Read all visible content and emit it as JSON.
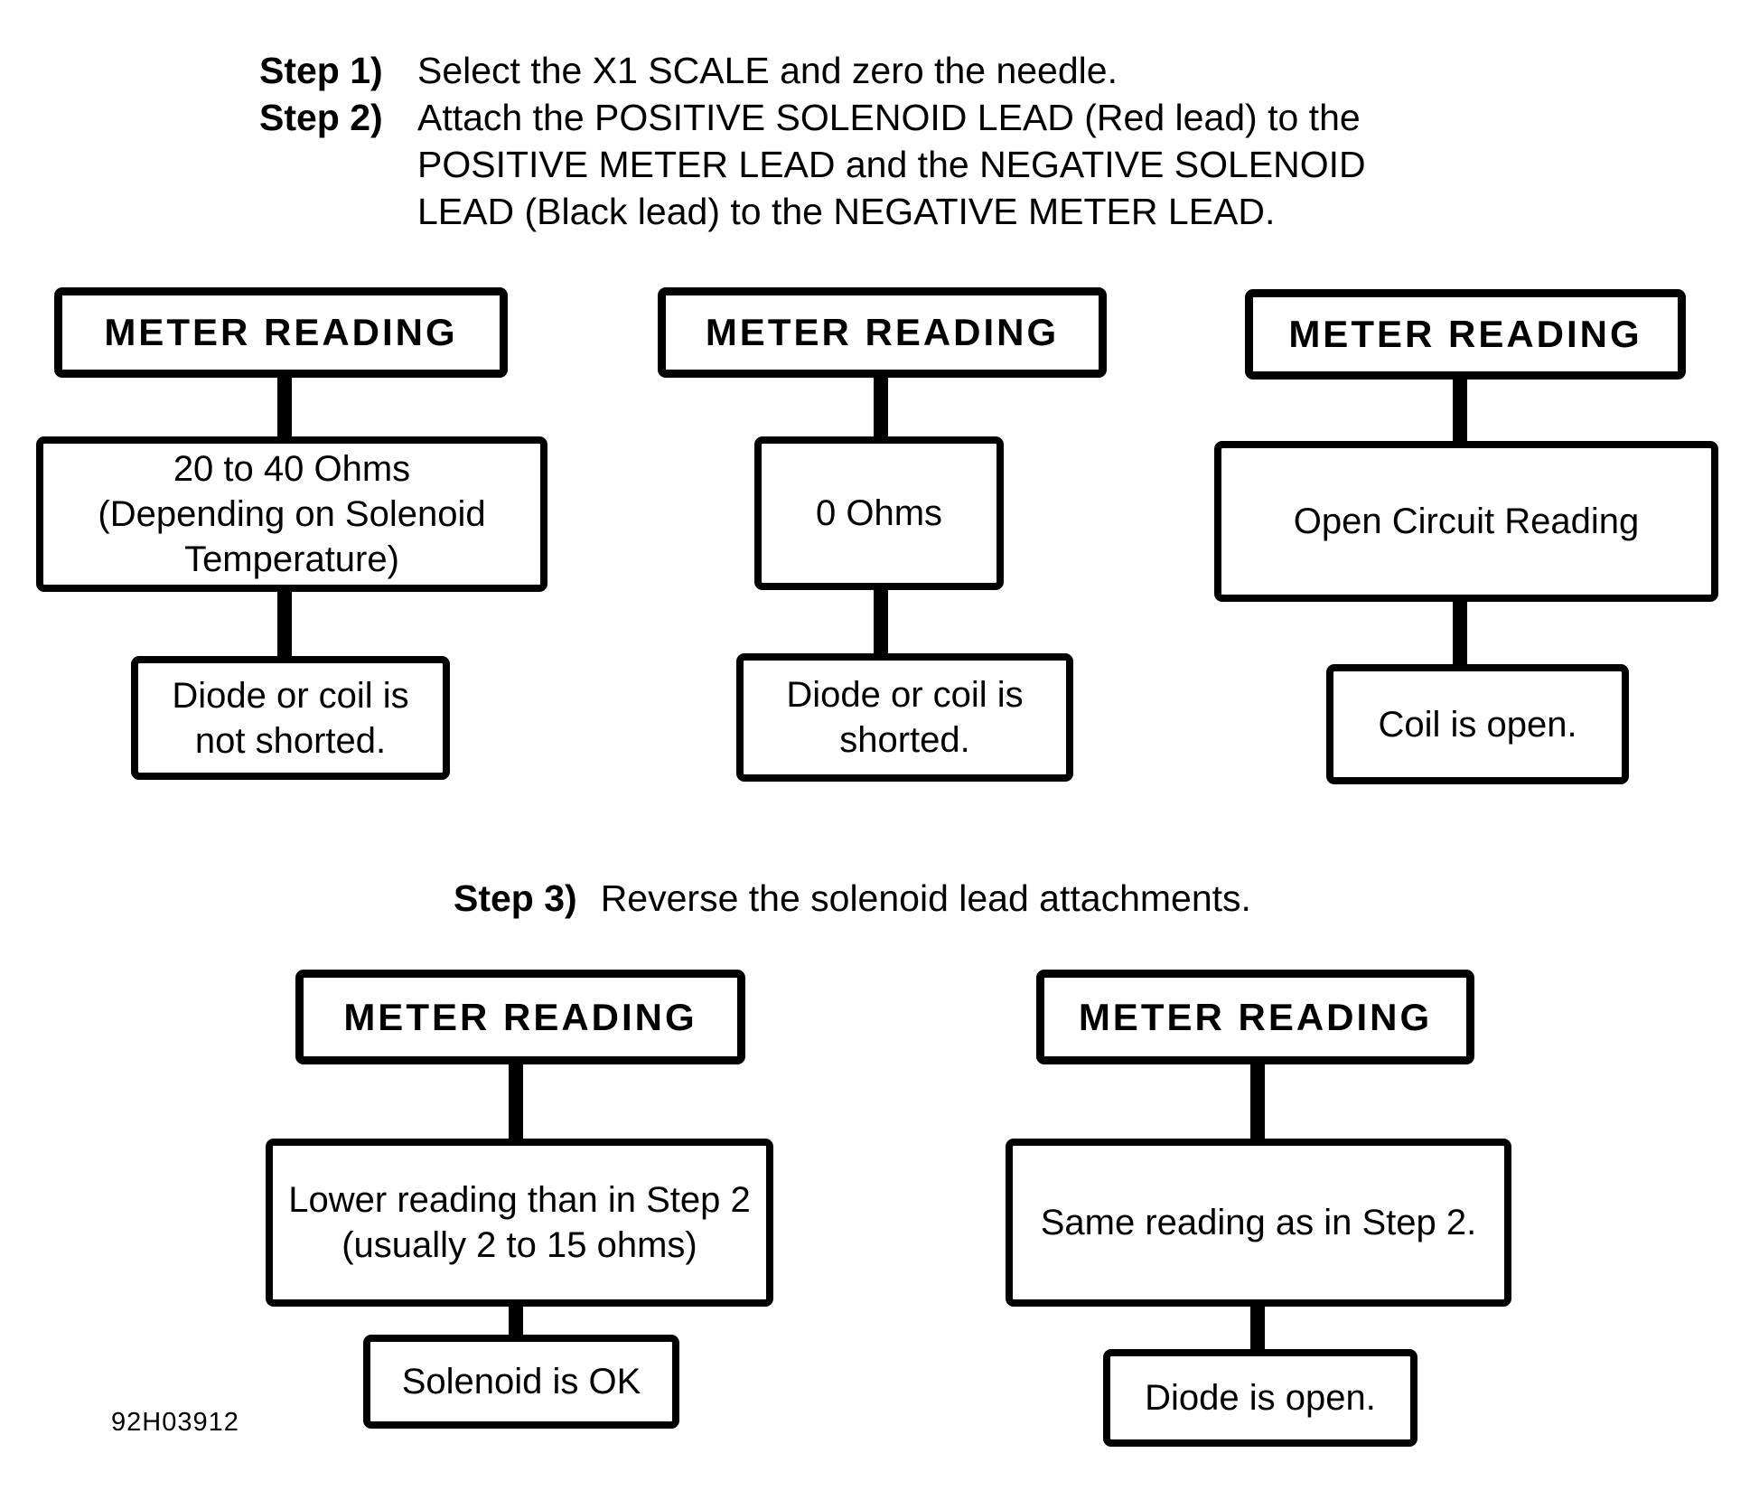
{
  "page": {
    "paper_color": "#ffffff",
    "ink_color": "#000000"
  },
  "instructions": {
    "step1": {
      "label": "Step 1)",
      "text": "Select the X1 SCALE and zero the needle."
    },
    "step2": {
      "label": "Step 2)",
      "lines": [
        "Attach the POSITIVE SOLENOID LEAD (Red lead) to the",
        "POSITIVE METER LEAD and the NEGATIVE SOLENOID",
        "LEAD (Black lead) to the NEGATIVE METER LEAD."
      ]
    },
    "step3": {
      "label": "Step 3)",
      "text": "Reverse the solenoid lead attachments."
    }
  },
  "flowcharts": {
    "after_step2": [
      {
        "header": "METER READING",
        "reading": [
          "20 to 40 Ohms",
          "(Depending on Solenoid",
          "Temperature)"
        ],
        "conclusion": [
          "Diode or coil is",
          "not shorted."
        ]
      },
      {
        "header": "METER READING",
        "reading": [
          "0 Ohms"
        ],
        "conclusion": [
          "Diode or coil is",
          "shorted."
        ]
      },
      {
        "header": "METER READING",
        "reading": [
          "Open Circuit Reading"
        ],
        "conclusion": [
          "Coil is open."
        ]
      }
    ],
    "after_step3": [
      {
        "header": "METER READING",
        "reading": [
          "Lower reading than in Step 2",
          "(usually 2 to 15 ohms)"
        ],
        "conclusion": [
          "Solenoid is OK"
        ]
      },
      {
        "header": "METER READING",
        "reading": [
          "Same reading as in Step 2."
        ],
        "conclusion": [
          "Diode is open."
        ]
      }
    ]
  },
  "figure_id": "92H03912"
}
